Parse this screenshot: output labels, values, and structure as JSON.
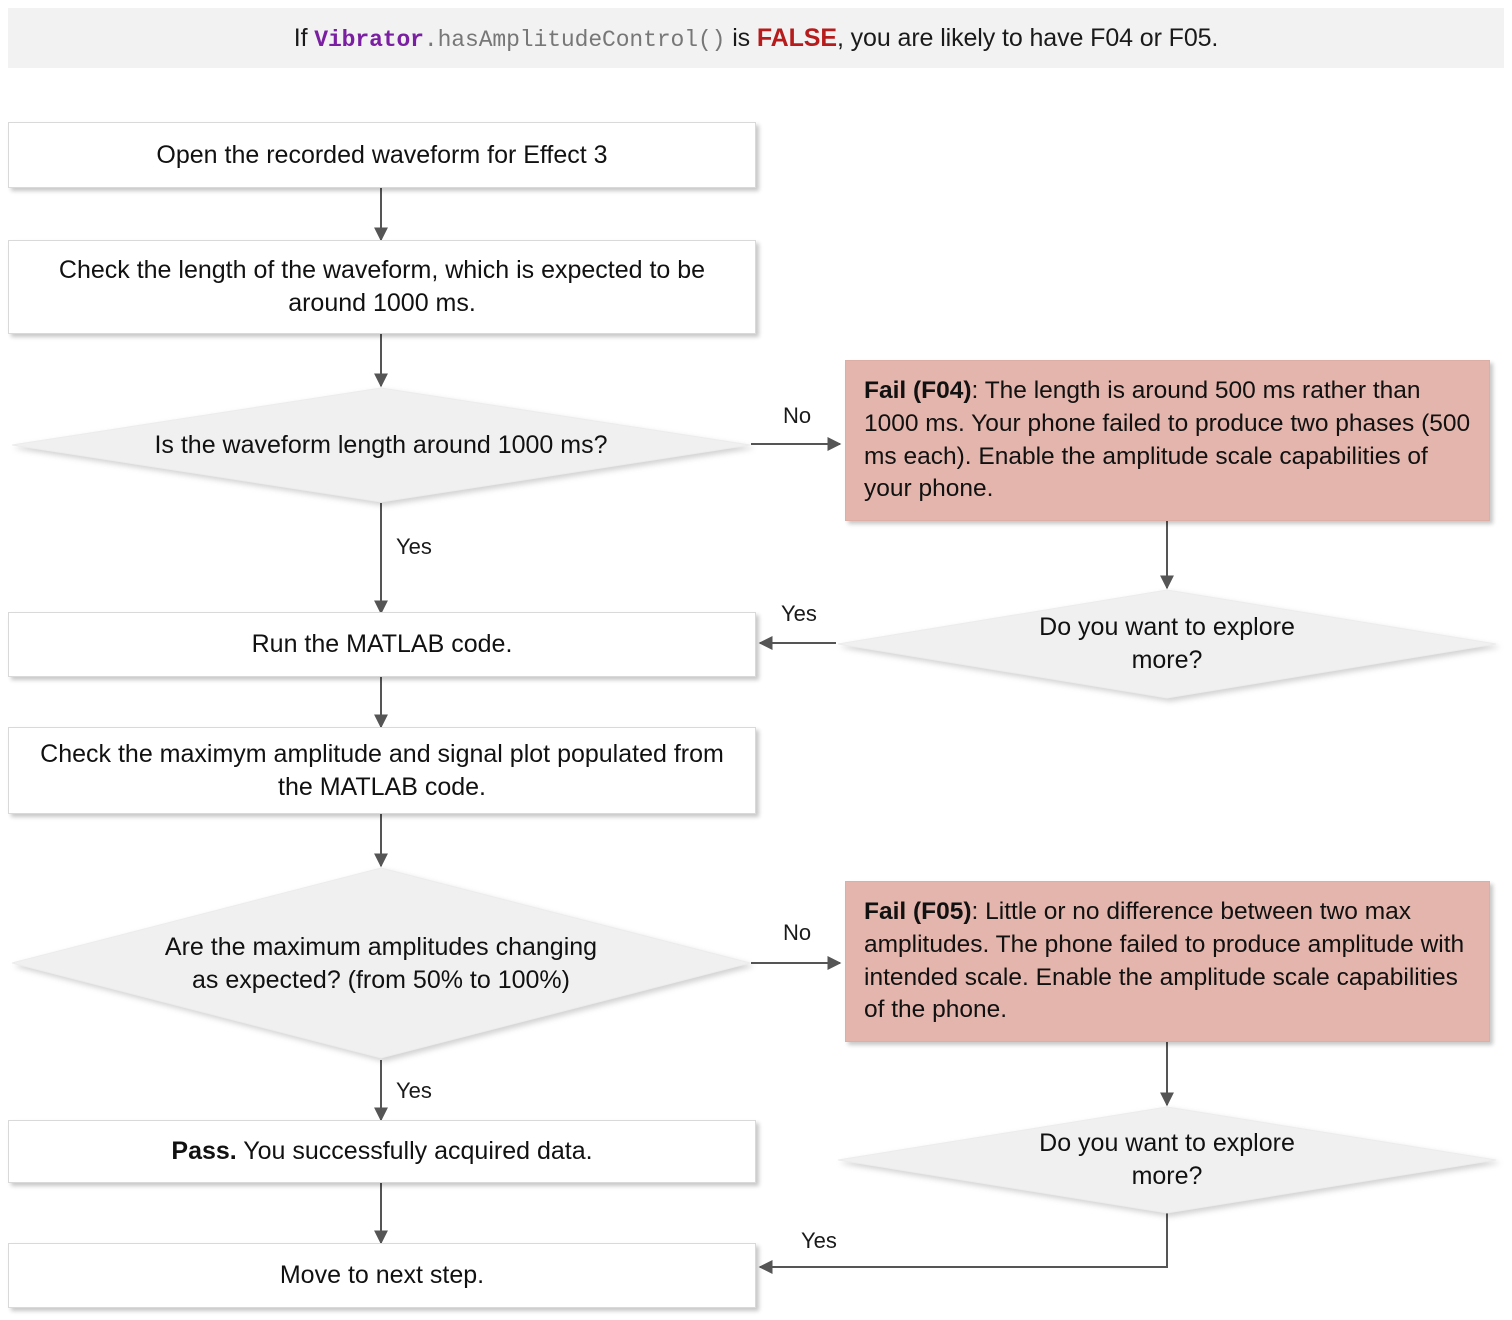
{
  "header": {
    "prefix": "If ",
    "class_name": "Vibrator",
    "method": ".hasAmplitudeControl()",
    "middle": " is ",
    "keyword": "FALSE",
    "suffix": ", you are likely to have F04 or F05.",
    "background": "#f2f2f2",
    "class_color": "#7b1fa2",
    "method_color": "#777777",
    "keyword_color": "#b71c1c"
  },
  "colors": {
    "process_fill": "#ffffff",
    "decision_fill": "#f0f0f0",
    "fail_fill": "#e3b5ac",
    "border": "#d9d9d9",
    "connector": "#555555",
    "text": "#111111"
  },
  "nodes": {
    "open_waveform": "Open the recorded waveform for Effect 3",
    "check_length": "Check the length of the waveform, which is expected to be around 1000 ms.",
    "decision_length": "Is the waveform length around 1000 ms?",
    "run_matlab": "Run the MATLAB code.",
    "check_amplitude": "Check the maximym amplitude and signal plot populated from the MATLAB code.",
    "decision_amplitude": "Are the maximum amplitudes changing as expected? (from 50% to 100%)",
    "pass_bold": "Pass.",
    "pass_rest": " You successfully acquired data.",
    "move_next": "Move to next step.",
    "explore_top": "Do you want to explore more?",
    "explore_bottom": "Do you want to explore more?",
    "fail_f04_bold": "Fail (F04)",
    "fail_f04_rest": ": The length is around 500 ms rather than 1000 ms. Your phone failed to produce two phases (500 ms each). Enable the amplitude scale capabilities of your phone.",
    "fail_f05_bold": "Fail (F05)",
    "fail_f05_rest": ": Little or no difference between two max amplitudes. The phone failed to produce amplitude with intended scale. Enable the amplitude scale capabilities of the phone."
  },
  "edges": {
    "no_to_f04": "No",
    "yes_length": "Yes",
    "yes_explore_top": "Yes",
    "no_to_f05": "No",
    "yes_amplitude": "Yes",
    "yes_explore_bottom": "Yes"
  }
}
